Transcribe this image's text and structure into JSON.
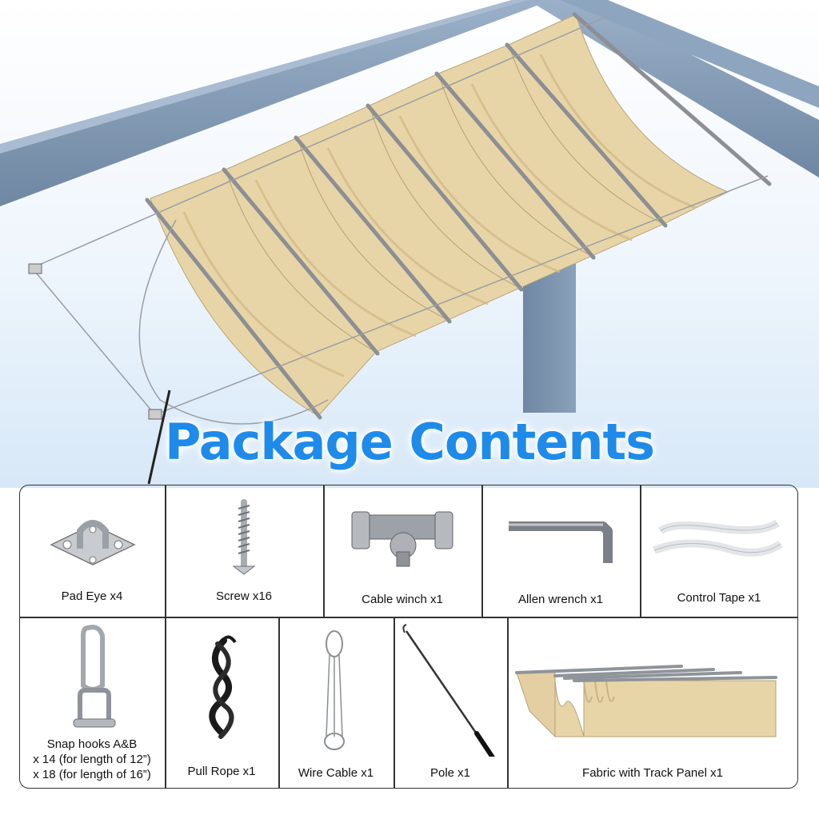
{
  "title": "Package Contents",
  "colors": {
    "title": "#1e8bea",
    "fabric": "#e8d5a7",
    "frame": "#7f97b3",
    "metal": "#b9bdc2"
  },
  "items": [
    {
      "label": "Pad Eye x4",
      "icon": "pad-eye-icon"
    },
    {
      "label": "Screw x16",
      "icon": "screw-icon"
    },
    {
      "label": "Cable winch x1",
      "icon": "cable-winch-icon"
    },
    {
      "label": "Allen wrench x1",
      "icon": "allen-wrench-icon"
    },
    {
      "label": "Control Tape x1",
      "icon": "control-tape-icon"
    },
    {
      "label_lines": [
        "Snap hooks A&B",
        "x 14 (for length of 12”)",
        "x 18 (for length of 16”)"
      ],
      "icon": "snap-hook-icon"
    },
    {
      "label": "Pull Rope x1",
      "icon": "pull-rope-icon"
    },
    {
      "label": "Wire Cable x1",
      "icon": "wire-cable-icon"
    },
    {
      "label": "Pole x1",
      "icon": "pole-icon"
    },
    {
      "label": "Fabric with Track Panel x1",
      "icon": "fabric-track-panel-icon"
    }
  ]
}
